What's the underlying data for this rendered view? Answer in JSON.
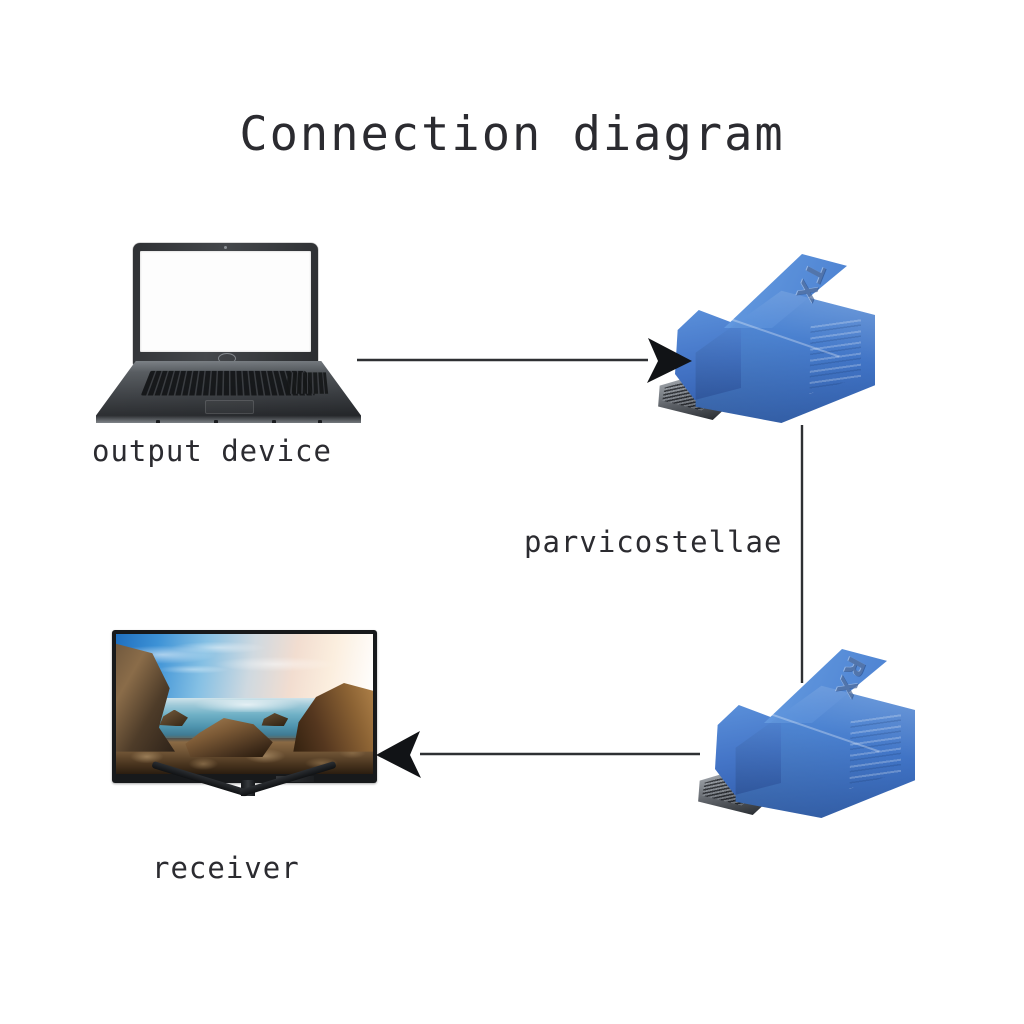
{
  "page": {
    "title": "Connection diagram",
    "background_color": "#ffffff",
    "text_color": "#2b2b30"
  },
  "nodes": {
    "output_device": {
      "label": "output device",
      "icon": "laptop-icon",
      "description": "open laptop with blank white screen"
    },
    "transmitter": {
      "label": "TX",
      "icon": "hdmi-extender-adapter-icon",
      "color": "#4a7fd0",
      "connector": "hdmi-male"
    },
    "receiver_adapter": {
      "label": "RX",
      "icon": "hdmi-extender-adapter-icon",
      "color": "#4a7fd0",
      "connector": "hdmi-male"
    },
    "receiver": {
      "label": "receiver",
      "icon": "monitor-icon",
      "description": "desktop monitor showing coastal seascape wallpaper"
    }
  },
  "connections": {
    "top_arrow": {
      "name": "output-to-transmitter-arrow",
      "direction": "right"
    },
    "vertical_link": {
      "name": "transmitter-to-receiver-cable",
      "label": "parvicostellae"
    },
    "bottom_arrow": {
      "name": "receiver-adapter-to-monitor-arrow",
      "direction": "left"
    }
  }
}
